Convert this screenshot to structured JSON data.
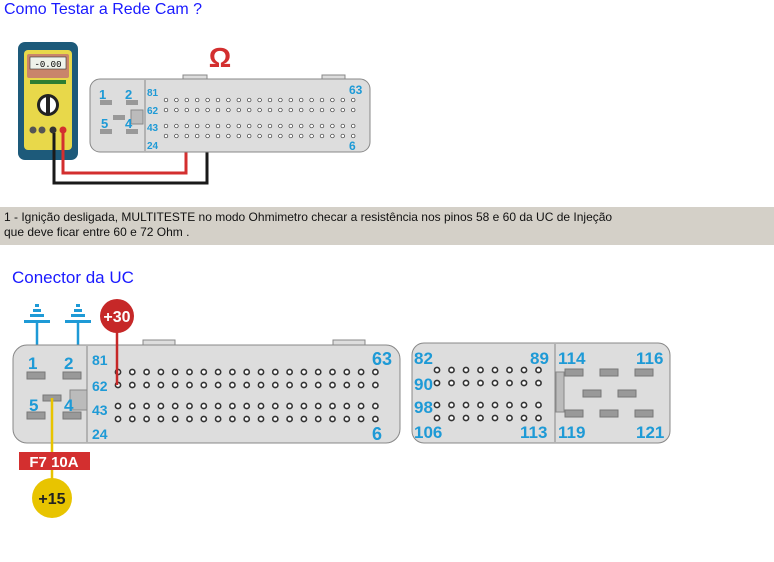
{
  "header": {
    "title": "Como Testar a Rede Cam ?"
  },
  "diagram1": {
    "ohm_symbol": "Ω",
    "meter_display": "-0.00",
    "pin_labels": {
      "p1": "1",
      "p2": "2",
      "p5": "5",
      "p4": "4",
      "p81": "81",
      "p62": "62",
      "p43": "43",
      "p24": "24",
      "p63": "63",
      "p6": "6"
    },
    "wire_colors": {
      "red": "#d32f2f",
      "black": "#1a1a1a"
    }
  },
  "note": {
    "line1": "1 - Ignição desligada, MULTITESTE no modo Ohmimetro checar a resistência nos pinos 58 e 60 da UC de Injeção",
    "line2": "que deve ficar entre 60 e 72 Ohm ."
  },
  "section2": {
    "title": "Conector da UC"
  },
  "diagram2": {
    "plus30": "+30",
    "plus15": "+15",
    "fuse": "F7 10A",
    "pin_labels": {
      "p1": "1",
      "p2": "2",
      "p5": "5",
      "p4": "4",
      "p81": "81",
      "p62": "62",
      "p43": "43",
      "p24": "24",
      "p63": "63",
      "p6": "6"
    },
    "right_labels": {
      "p82": "82",
      "p89": "89",
      "p90": "90",
      "p98": "98",
      "p106": "106",
      "p113": "113",
      "p114": "114",
      "p116": "116",
      "p119": "119",
      "p121": "121"
    },
    "colors": {
      "pin_label": "#1e9ad6",
      "plus30": "#c62828",
      "plus15": "#e8c400",
      "fuse": "#d32f2f",
      "ground": "#1e9ad6"
    }
  }
}
